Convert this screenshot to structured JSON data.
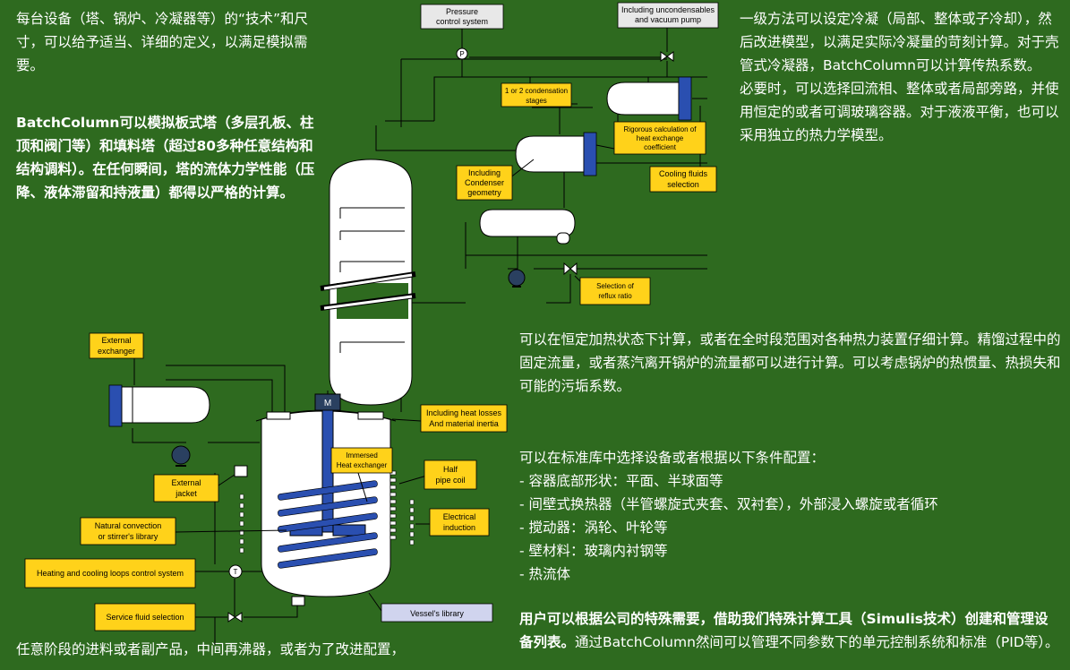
{
  "texts": {
    "top_left": "每台设备（塔、锅炉、冷凝器等）的“技术”和尺寸，可以给予适当、详细的定义，以满足模拟需要。",
    "column_text": "BatchColumn可以模拟板式塔（多层孔板、柱顶和阀门等）和填料塔（超过80多种任意结构和结构调料）。在任何瞬间，塔的流体力学性能（压降、液体滞留和持液量）都得以严格的计算。",
    "top_right": "一级方法可以设定冷凝（局部、整体或子冷却），然后改进模型，以满足实际冷凝量的苛刻计算。对于壳管式冷凝器，BatchColumn可以计算传热系数。",
    "top_right_2": "必要时，可以选择回流相、整体或者局部旁路，并使用恒定的或者可调玻璃容器。对于液液平衡，也可以采用独立的热力学模型。",
    "middle_right": "可以在恒定加热状态下计算，或者在全时段范围对各种热力装置仔细计算。精馏过程中的固定流量，或者蒸汽离开锅炉的流量都可以进行计算。可以考虑锅炉的热惯量、热损失和可能的污垢系数。",
    "list_intro": "可以在标准库中选择设备或者根据以下条件配置：",
    "list_items": [
      "-  容器底部形状：平面、半球面等",
      "-  间壁式换热器（半管螺旋式夹套、双衬套），外部浸入螺旋或者循环",
      "-  搅动器：涡轮、叶轮等",
      "-  壁材料：玻璃内衬钢等",
      "-  热流体"
    ],
    "bottom_right_bold": "用户可以根据公司的特殊需要，借助我们特殊计算工具（Simulis技术）创建和管理设备列表。",
    "bottom_right_normal": "通过BatchColumn然间可以管理不同参数下的单元控制系统和标准（PID等）。",
    "bottom_left": "任意阶段的进料或者副产品，中间再沸器，或者为了改进配置，"
  },
  "labels": {
    "pressure_l1": "Pressure",
    "pressure_l2": "control system",
    "uncond_l1": "Including uncondensables",
    "uncond_l2": "and vacuum pump",
    "stages_l1": "1 or 2 condensation",
    "stages_l2": "stages",
    "rigorous_l1": "Rigorous calculation of",
    "rigorous_l2": "heat  exchange",
    "rigorous_l3": "coefficient",
    "condenser_l1": "Including",
    "condenser_l2": "Condenser",
    "condenser_l3": "geometry",
    "cooling_l1": "Cooling fluids",
    "cooling_l2": "selection",
    "reflux_l1": "Selection of",
    "reflux_l2": "reflux ratio",
    "ext_exch_l1": "External",
    "ext_exch_l2": "exchanger",
    "heat_losses_l1": "Including heat losses",
    "heat_losses_l2": "And material inertia",
    "immersed_l1": "Immersed",
    "immersed_l2": "Heat exchanger",
    "half_pipe_l1": "Half",
    "half_pipe_l2": "pipe coil",
    "ext_jacket_l1": "External",
    "ext_jacket_l2": "jacket",
    "natural_l1": "Natural convection",
    "natural_l2": "or stirrer's library",
    "electrical_l1": "Electrical",
    "electrical_l2": "induction",
    "loops": "Heating and cooling loops control system",
    "service": "Service fluid selection",
    "vessel": "Vessel's library",
    "p_symbol": "P",
    "t_symbol": "T",
    "m_symbol": "M"
  }
}
